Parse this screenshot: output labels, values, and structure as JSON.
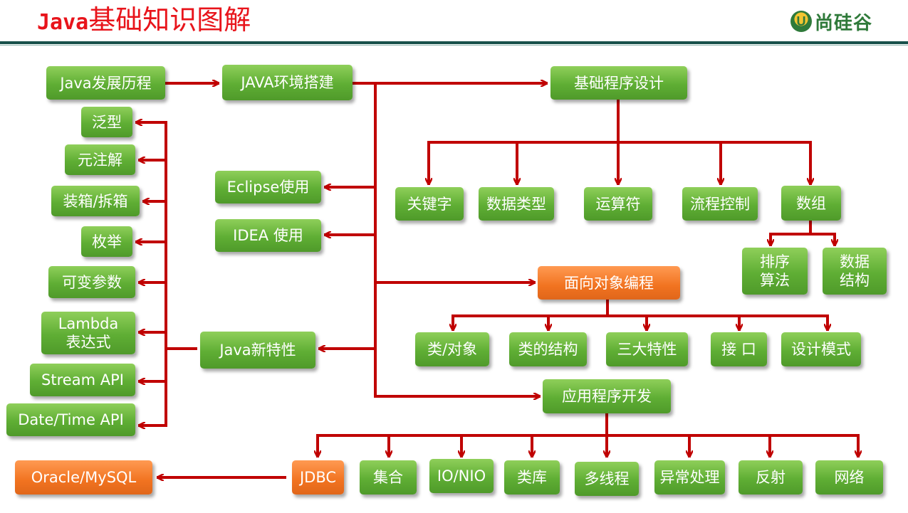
{
  "header": {
    "title_latin": "Java",
    "title_cn": "基础知识图解",
    "logo_mark": "U",
    "logo_text": "尚硅谷"
  },
  "colors": {
    "title": "#e8141b",
    "header_rule": "#17504a",
    "green_box": "#5fae34",
    "orange_box": "#f17320",
    "arrow": "#c00000"
  },
  "nodes": {
    "java_history": "Java发展历程",
    "java_env": "JAVA环境搭建",
    "basic_prog": "基础程序设计",
    "generics": "泛型",
    "annotations": "元注解",
    "boxing": "装箱/拆箱",
    "enums": "枚举",
    "varargs": "可变参数",
    "lambda_1": "Lambda",
    "lambda_2": "表达式",
    "stream_api": "Stream API",
    "datetime_api": "Date/Time API",
    "eclipse": "Eclipse使用",
    "idea": "IDEA 使用",
    "java_new": "Java新特性",
    "keywords": "关键字",
    "data_types": "数据类型",
    "operators": "运算符",
    "flow_control": "流程控制",
    "arrays": "数组",
    "sort_1": "排序",
    "sort_2": "算法",
    "ds_1": "数据",
    "ds_2": "结构",
    "oop": "面向对象编程",
    "class_object": "类/对象",
    "class_structure": "类的结构",
    "three_features": "三大特性",
    "interface": "接 口",
    "design_patterns": "设计模式",
    "app_dev": "应用程序开发",
    "oracle_mysql": "Oracle/MySQL",
    "jdbc": "JDBC",
    "collections": "集合",
    "io_nio": "IO/NIO",
    "libraries": "类库",
    "multithreading": "多线程",
    "exceptions": "异常处理",
    "reflection": "反射",
    "network": "网络"
  }
}
